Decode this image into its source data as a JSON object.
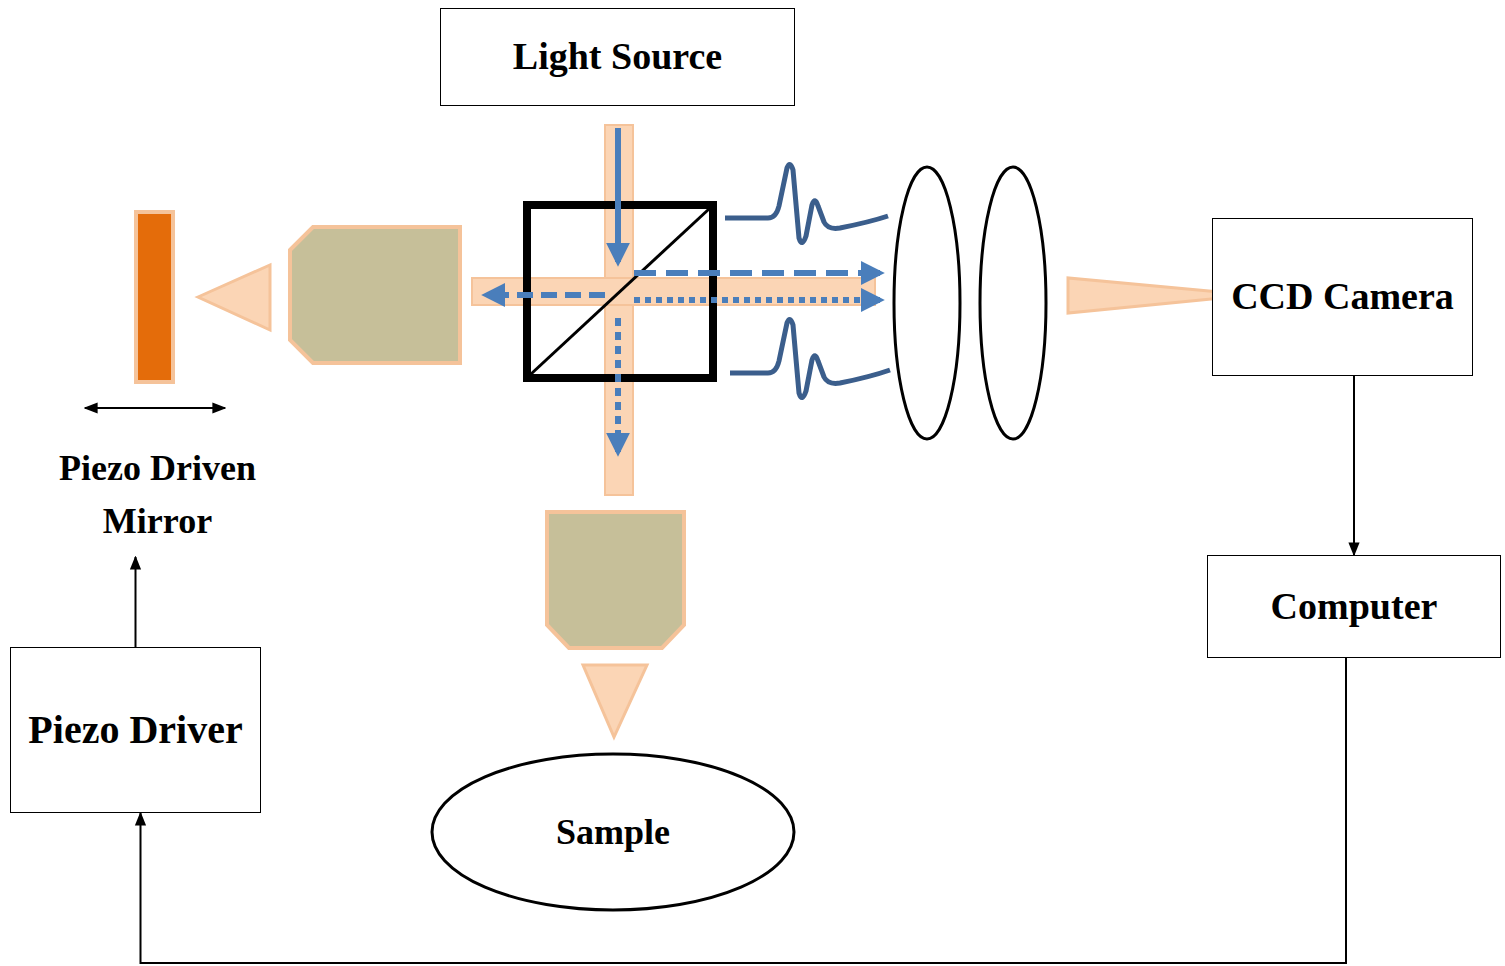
{
  "diagram": {
    "nodes": [
      {
        "text": [
          "Light Source"
        ]
      },
      {
        "text": [
          "CCD Camera"
        ]
      },
      {
        "text": [
          "Piezo Driven Mirror"
        ]
      },
      {
        "text": [
          "Computer"
        ]
      },
      {
        "text": [
          "Piezo Driver"
        ]
      },
      {
        "text": [
          "Sample"
        ]
      }
    ],
    "edges": [
      {
        "from": 1,
        "to": 3,
        "arrow": "to"
      },
      {
        "from": 3,
        "to": 4,
        "arrow": "to"
      },
      {
        "from": 4,
        "to": 2,
        "arrow": "to"
      }
    ]
  }
}
